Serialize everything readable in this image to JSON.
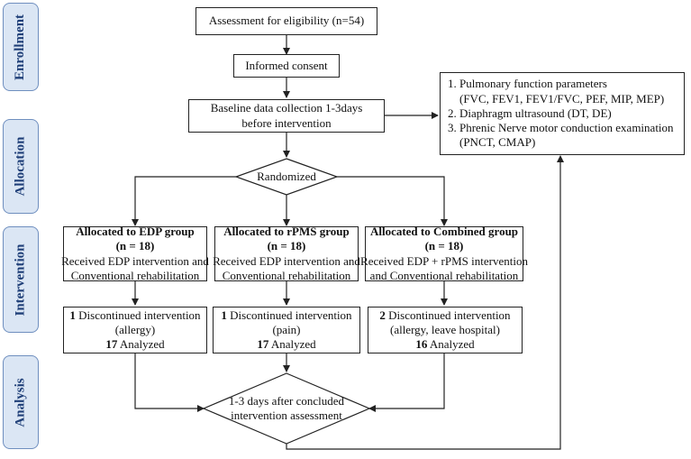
{
  "phases": [
    "Enrollment",
    "Allocation",
    "Intervention",
    "Analysis"
  ],
  "eligibility": "Assessment for eligibility (n=54)",
  "consent": "Informed consent",
  "baseline": [
    "Baseline data collection 1-3days",
    "before intervention"
  ],
  "measures": [
    "1. Pulmonary function parameters",
    "(FVC, FEV1, FEV1/FVC, PEF, MIP, MEP)",
    "2. Diaphragm ultrasound (DT, DE)",
    "3. Phrenic Nerve motor conduction examination",
    "(PNCT, CMAP)"
  ],
  "randomized": "Randomized",
  "groups": [
    {
      "title": "Allocated to EDP group",
      "n": "(n = 18)",
      "received": [
        "Received EDP intervention and",
        "Conventional rehabilitation"
      ],
      "disc_count": "1",
      "disc_text": "Discontinued intervention",
      "reason": "(allergy)",
      "analyzed_count": "17",
      "analyzed_text": "Analyzed"
    },
    {
      "title": "Allocated to rPMS group",
      "n": "(n = 18)",
      "received": [
        "Received EDP intervention and",
        "Conventional rehabilitation"
      ],
      "disc_count": "1",
      "disc_text": "Discontinued intervention",
      "reason": "(pain)",
      "analyzed_count": "17",
      "analyzed_text": "Analyzed"
    },
    {
      "title": "Allocated to Combined group",
      "n": "(n = 18)",
      "received": [
        "Received EDP + rPMS intervention",
        "and Conventional rehabilitation"
      ],
      "disc_count": "2",
      "disc_text": "Discontinued intervention",
      "reason": "(allergy, leave hospital)",
      "analyzed_count": "16",
      "analyzed_text": "Analyzed"
    }
  ],
  "final": [
    "1-3 days after concluded",
    "intervention assessment"
  ],
  "colors": {
    "phase_fill": "#dbe6f4",
    "phase_border": "#6f8fbf",
    "phase_text": "#1f3f78",
    "line": "#222222"
  }
}
